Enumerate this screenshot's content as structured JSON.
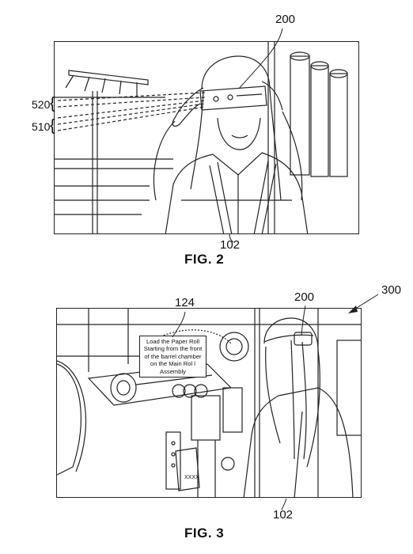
{
  "fig2": {
    "caption": "FIG. 2",
    "refs": {
      "headset": "200",
      "user": "102",
      "beam_upper": "520",
      "beam_lower": "510",
      "brace_upper": "{",
      "brace_lower": "{"
    }
  },
  "fig3": {
    "caption": "FIG. 3",
    "refs": {
      "system": "300",
      "display_text": "124",
      "headset": "200",
      "user": "102"
    },
    "instruction_note": "Load the Paper Roll Starting from the front of the barrel chamber on the Main Rol l Assembly",
    "component_tag": "XXXX"
  }
}
